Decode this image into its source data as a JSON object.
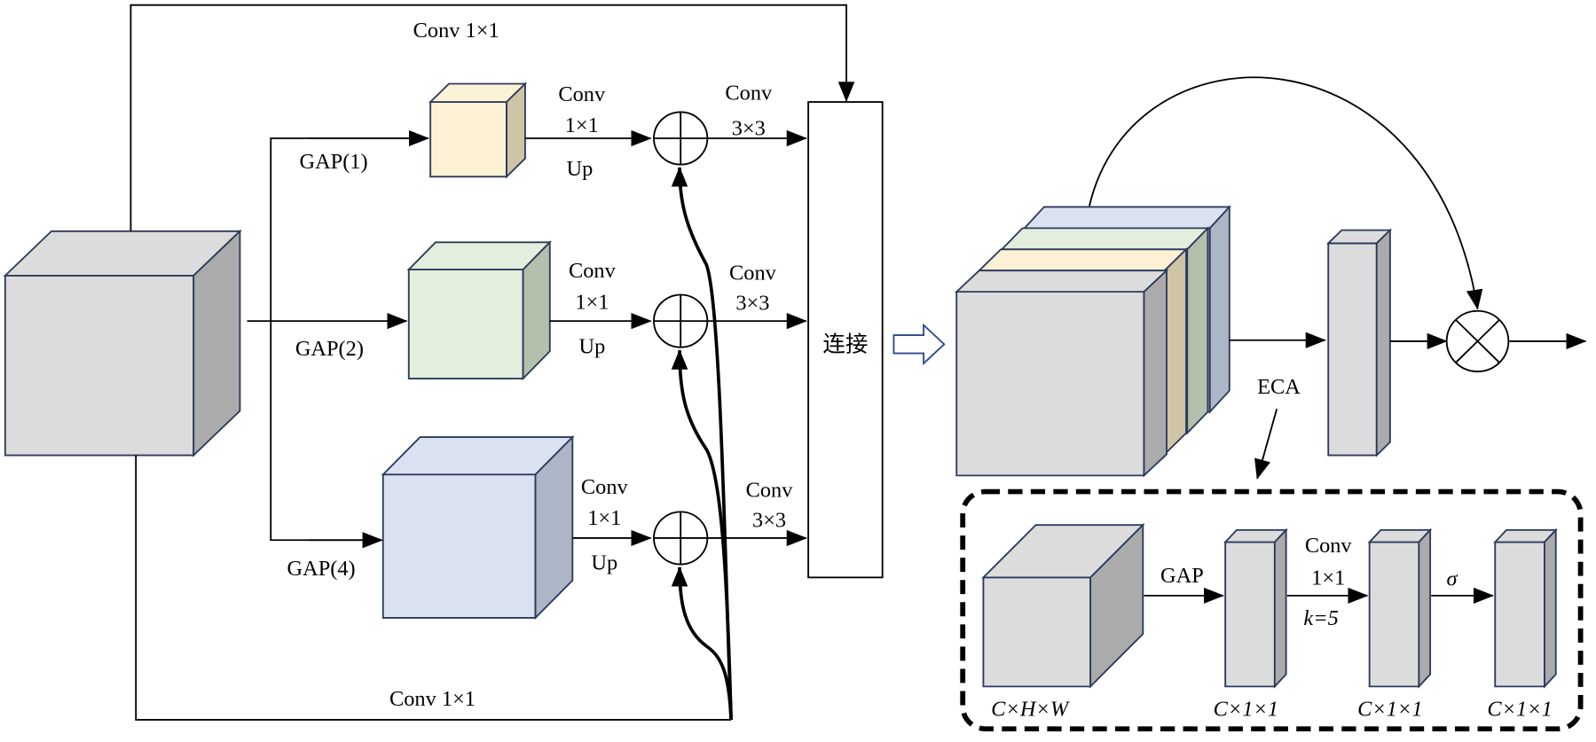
{
  "labels": {
    "top_skip": "Conv 1×1",
    "bottom_skip": "Conv 1×1",
    "gap1": "GAP(1)",
    "gap2": "GAP(2)",
    "gap4": "GAP(4)",
    "conv": "Conv",
    "k1x1": "1×1",
    "up": "Up",
    "k3x3": "3×3",
    "concat": "连接",
    "eca": "ECA",
    "gap": "GAP",
    "k5": "k=5",
    "sigma": "σ",
    "chw": "C×H×W",
    "c11": "C×1×1"
  },
  "colors": {
    "gray_front": "#dcdcdc",
    "gray_side": "#ababab",
    "yellow_front": "#fdf2d6",
    "yellow_side": "#cfc4a3",
    "green_front": "#e3eedc",
    "green_side": "#b3c0ab",
    "blue_front": "#dae2f2",
    "blue_side": "#adb6c6",
    "outline": "#2b3a5c"
  }
}
